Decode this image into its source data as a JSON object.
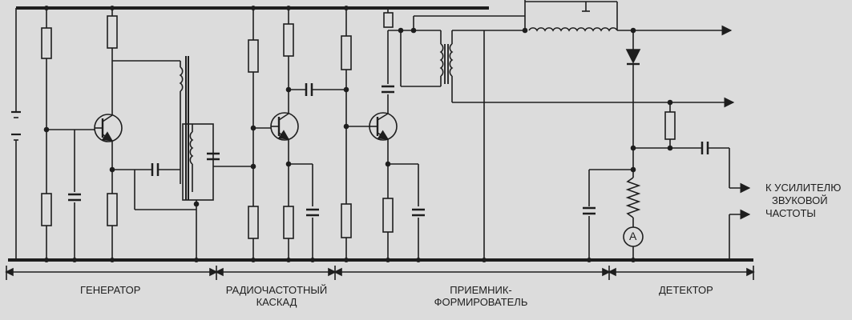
{
  "colors": {
    "background": "#dcdcdc",
    "ink": "#1e1e1e"
  },
  "sections": {
    "generator": "ГЕНЕРАТОР",
    "rf_stage_line1": "РАДИОЧАСТОТНЫЙ",
    "rf_stage_line2": "КАСКАД",
    "receiver_line1": "ПРИЕМНИК-",
    "receiver_line2": "ФОРМИРОВАТЕЛЬ",
    "detector": "ДЕТЕКТОР"
  },
  "output_label": {
    "line1": "К УСИЛИТЕЛЮ",
    "line2": "ЗВУКОВОЙ",
    "line3": "ЧАСТОТЫ"
  },
  "ammeter_symbol": "A",
  "icons": [
    "transistor-icon",
    "resistor-icon",
    "capacitor-icon",
    "inductor-icon",
    "transformer-icon",
    "battery-icon",
    "diode-icon",
    "ammeter-icon",
    "arrow-icon"
  ]
}
